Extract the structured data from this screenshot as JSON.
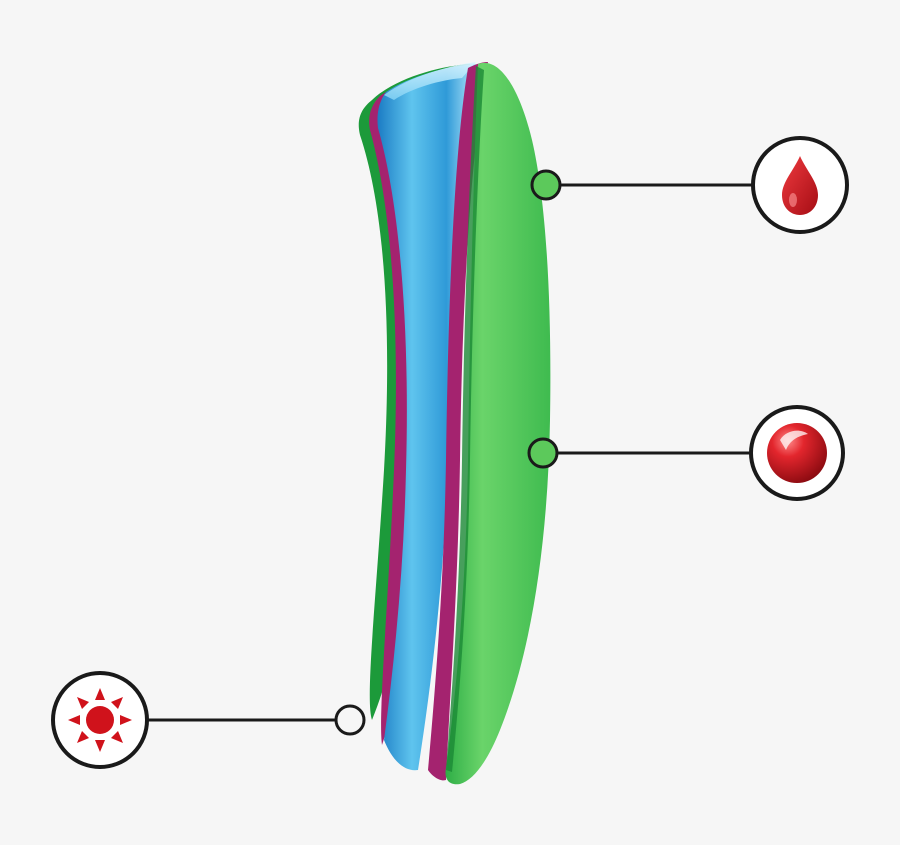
{
  "diagram": {
    "colors": {
      "background": "#f6f6f6",
      "green_layer": "#5cc95b",
      "green_dark": "#1f9a3c",
      "magenta_layer": "#a4236f",
      "blue_layer": "#3aa6dd",
      "blue_light": "#9ee0f7",
      "callout_line": "#1a1a1a",
      "icon_red": "#d0121b"
    },
    "callouts": [
      {
        "id": "top-right",
        "icon": "blood-drop-icon"
      },
      {
        "id": "middle-right",
        "icon": "red-sphere-icon"
      },
      {
        "id": "bottom-left",
        "icon": "sun-icon"
      }
    ]
  }
}
